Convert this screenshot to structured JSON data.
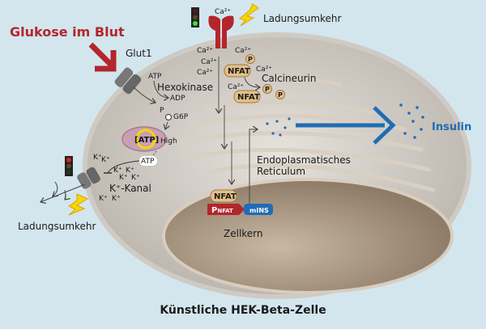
{
  "title": "Künstliche HEK-Beta-Zelle",
  "labels": {
    "glucose": "Glukose im Blut",
    "glut1": "Glut1",
    "atp1": "ATP",
    "hexokinase": "Hexokinase",
    "adp": "ADP",
    "p": "P",
    "g6p": "G6P",
    "atp_mito": "[ATP]",
    "high": "High",
    "atp2": "ATP",
    "k_channel": "K⁺-Kanal",
    "k_ion": "K⁺",
    "charge_top": "Ladungsumkehr",
    "charge_bottom": "Ladungsumkehr",
    "ca_ion": "Ca²⁺",
    "nfat": "NFAT",
    "phosphate": "P",
    "calcineurin": "Calcineurin",
    "er_line1": "Endoplasmatisches",
    "er_line2": "Reticulum",
    "promoter": "P",
    "promoter_sub": "NFAT",
    "gene": "mINS",
    "nucleus": "Zellkern",
    "insulin": "Insulin"
  },
  "colors": {
    "background": "#d3e6ee",
    "accent_red": "#b3262b",
    "insulin_blue": "#1f6db5",
    "lightning": "#f5d800",
    "nfat_fill": "#e3c08a"
  }
}
